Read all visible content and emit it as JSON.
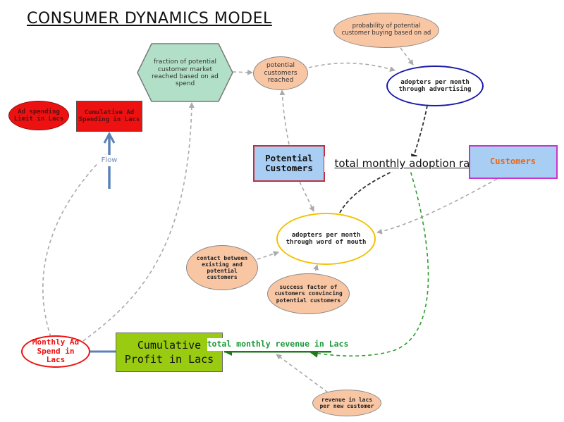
{
  "title": "CONSUMER DYNAMICS MODEL",
  "nodes": {
    "prob_buying_ad": "probability of potential customer buying based on ad",
    "fraction_reached": "fraction of potential customer market reached based on ad spend",
    "potential_reached": "potential customers reached",
    "adopters_advertising": "adopters per month through advertising",
    "ad_spending_limit": "Ad spending Limit in Lacs",
    "cumulative_ad_spending": "Cumulative Ad Spending in Lacs",
    "flow_label": "Flow",
    "potential_customers": "Potential Customers",
    "total_adoption_rate": "total monthly adoption rate",
    "customers": "Customers",
    "adopters_wom": "adopters per month through word of mouth",
    "contact": "contact between existing and potential customers",
    "success_factor": "success factor of customers convincing potential customers",
    "monthly_ad_spend": "Monthly Ad Spend in Lacs",
    "cumulative_profit": "Cumulative Profit in Lacs",
    "total_revenue": "total monthly revenue in Lacs",
    "revenue_per_customer": "revenue in lacs per new customer"
  },
  "colors": {
    "peach": "#f9c6a4",
    "hexagon": "#b2dfc7",
    "stock_blue": "#a9cef4",
    "stock_red_border": "#c0303e",
    "red": "#ee1111",
    "profit_green": "#99cc11",
    "revenue_green": "#1d9a3c",
    "flow_blue": "#5a82b8",
    "advert_blue": "#1a1aaa",
    "wom_yellow": "#f2c200",
    "customers_magenta": "#cc33cc",
    "customers_orange": "#ee6611"
  }
}
